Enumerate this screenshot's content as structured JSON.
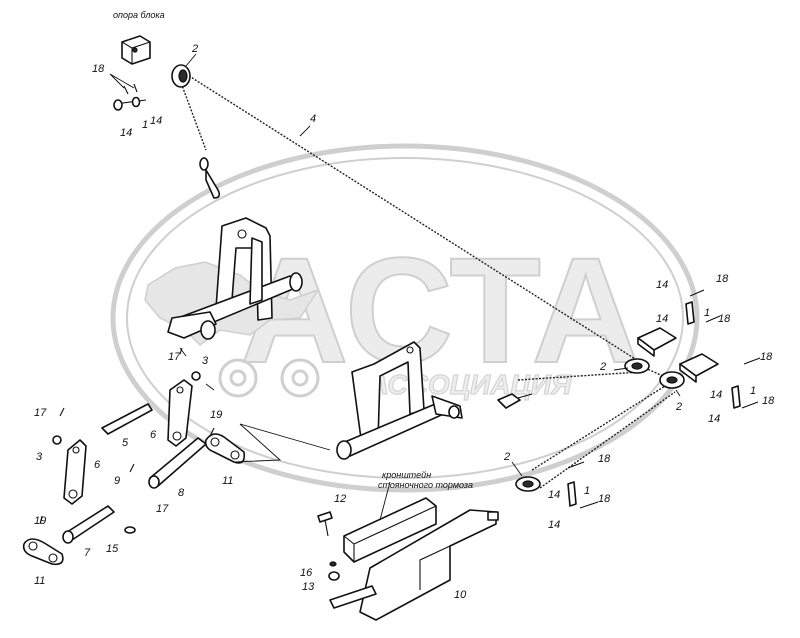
{
  "captions": {
    "block_support": "опора блока",
    "bracket_line1": "кронштейн",
    "bracket_line2": "стояночного тормоза"
  },
  "watermark": {
    "main": "АСТА",
    "sub": "АССОЦИАЦИЯ"
  },
  "callouts": {
    "n1": "1",
    "n2": "2",
    "n3": "3",
    "n4": "4",
    "n5": "5",
    "n6": "6",
    "n7": "7",
    "n8": "8",
    "n9": "9",
    "n10": "10",
    "n11": "11",
    "n12": "12",
    "n13": "13",
    "n14": "14",
    "n15": "15",
    "n16": "16",
    "n17": "17",
    "n18": "18",
    "n19": "19"
  },
  "colors": {
    "ink": "#111111",
    "watermark": "#cfcfcf",
    "background": "#ffffff"
  }
}
